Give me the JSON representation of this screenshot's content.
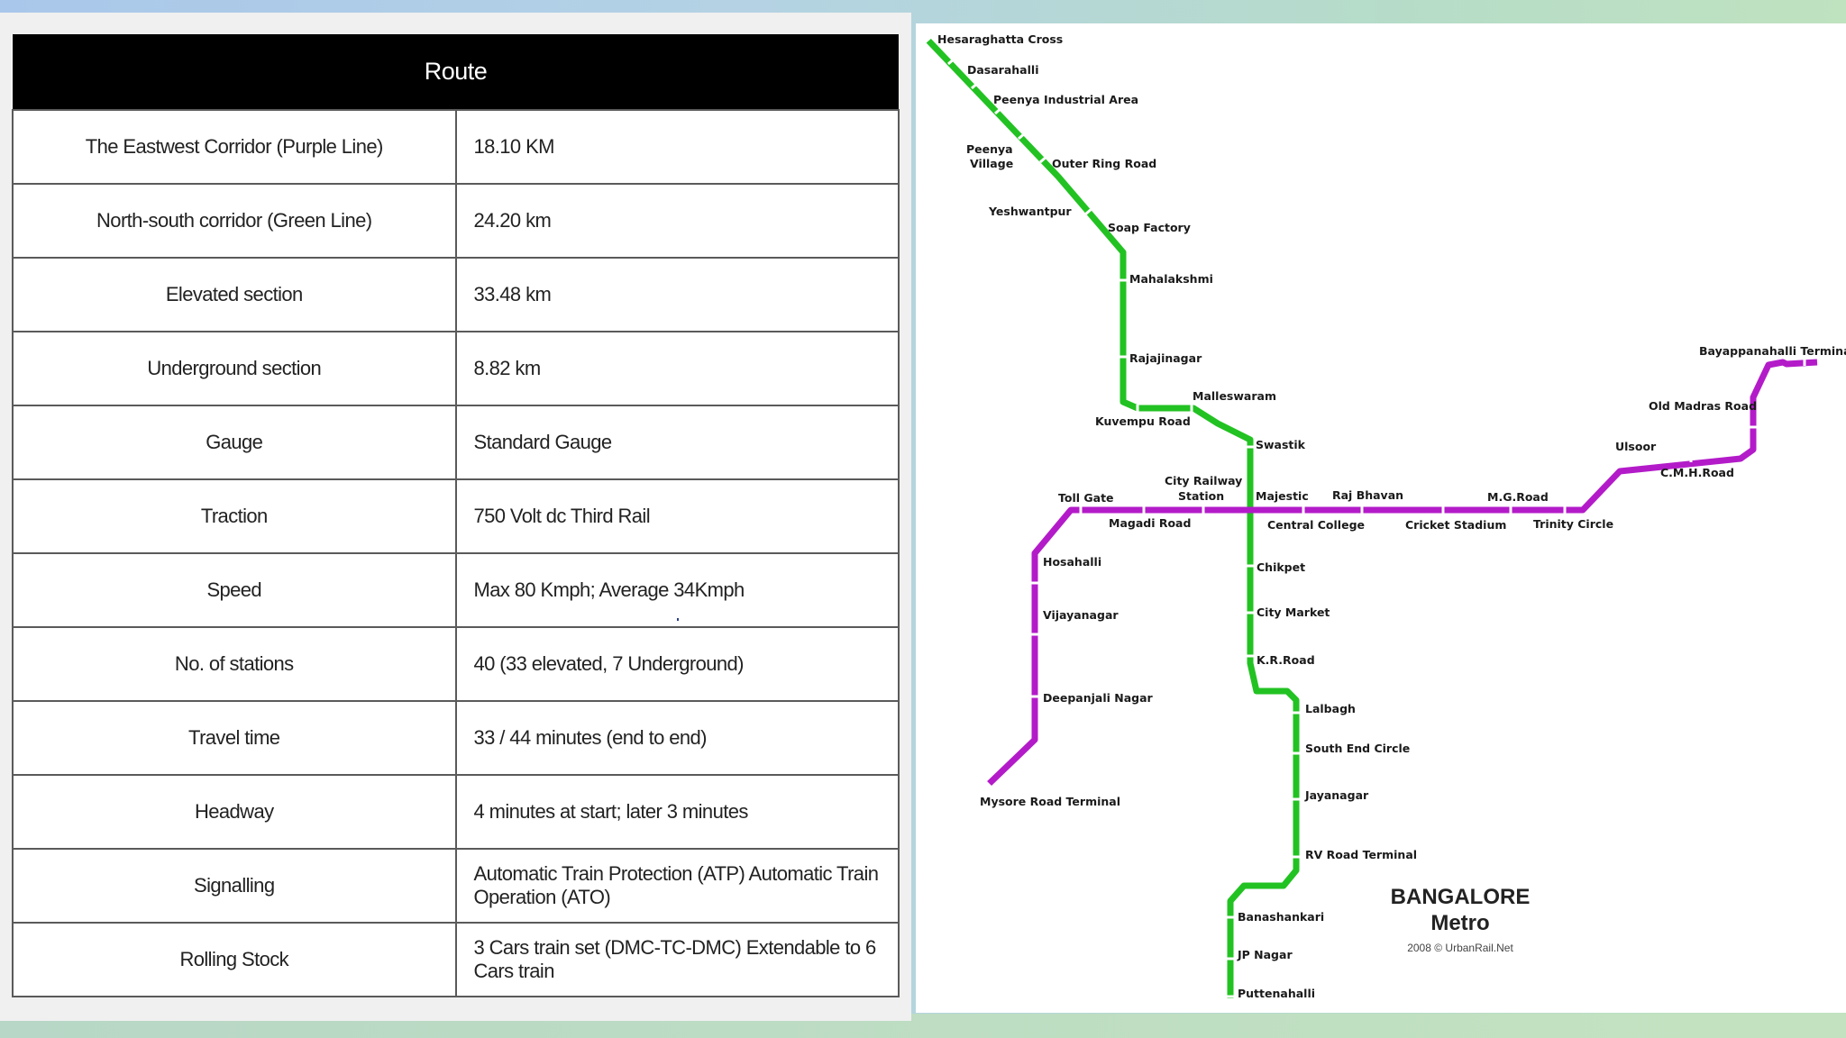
{
  "table": {
    "header": "Route",
    "rows": [
      {
        "label": "The Eastwest Corridor (Purple Line)",
        "value": "18.10 KM"
      },
      {
        "label": "North-south corridor (Green Line)",
        "value": "24.20 km"
      },
      {
        "label": "Elevated section",
        "value": "33.48 km"
      },
      {
        "label": "Underground section",
        "value": "8.82 km"
      },
      {
        "label": "Gauge",
        "value": "Standard Gauge"
      },
      {
        "label": "Traction",
        "value": "750 Volt dc Third Rail"
      },
      {
        "label": "Speed",
        "value": "Max 80 Kmph; Average 34Kmph"
      },
      {
        "label": "No. of stations",
        "value": "40 (33 elevated, 7 Underground)"
      },
      {
        "label": "Travel time",
        "value": "33 / 44 minutes (end to end)"
      },
      {
        "label": "Headway",
        "value": "4 minutes at start; later 3 minutes"
      },
      {
        "label": "Signalling",
        "value": "Automatic Train Protection (ATP) Automatic Train Operation (ATO)"
      },
      {
        "label": "Rolling Stock",
        "value": "3 Cars train set (DMC-TC-DMC) Extendable to 6 Cars train"
      }
    ]
  },
  "map": {
    "title_line1": "BANGALORE",
    "title_line2": "Metro",
    "credit": "2008 © UrbanRail.Net",
    "colors": {
      "green_line": "#22c222",
      "purple_line": "#b31bc9"
    },
    "stations": {
      "hesaraghatta_cross": "Hesaraghatta Cross",
      "dasarahalli": "Dasarahalli",
      "peenya_industrial_area": "Peenya Industrial Area",
      "peenya_village_1": "Peenya",
      "peenya_village_2": "Village",
      "outer_ring_road": "Outer Ring Road",
      "yeshwantpur": "Yeshwantpur",
      "soap_factory": "Soap Factory",
      "mahalakshmi": "Mahalakshmi",
      "rajajinagar": "Rajajinagar",
      "malleswaram": "Malleswaram",
      "kuvempu_road": "Kuvempu Road",
      "swastik": "Swastik",
      "city_railway_station_1": "City Railway",
      "city_railway_station_2": "Station",
      "toll_gate": "Toll Gate",
      "magadi_road": "Magadi Road",
      "majestic": "Majestic",
      "central_college": "Central College",
      "raj_bhavan": "Raj Bhavan",
      "cricket_stadium": "Cricket Stadium",
      "mg_road": "M.G.Road",
      "trinity_circle": "Trinity Circle",
      "ulsoor": "Ulsoor",
      "cmh_road": "C.M.H.Road",
      "old_madras_road": "Old Madras Road",
      "baiyappanahalli_terminal": "Bayappanahalli Terminal",
      "hosahalli": "Hosahalli",
      "vijayanagar": "Vijayanagar",
      "deepanjali_nagar": "Deepanjali Nagar",
      "mysore_road_terminal": "Mysore Road Terminal",
      "chikpet": "Chikpet",
      "city_market": "City Market",
      "kr_road": "K.R.Road",
      "lalbagh": "Lalbagh",
      "south_end_circle": "South End Circle",
      "jayanagar": "Jayanagar",
      "rv_road_terminal": "RV Road Terminal",
      "banashankari": "Banashankari",
      "jp_nagar": "JP Nagar",
      "puttenahalli": "Puttenahalli"
    }
  }
}
